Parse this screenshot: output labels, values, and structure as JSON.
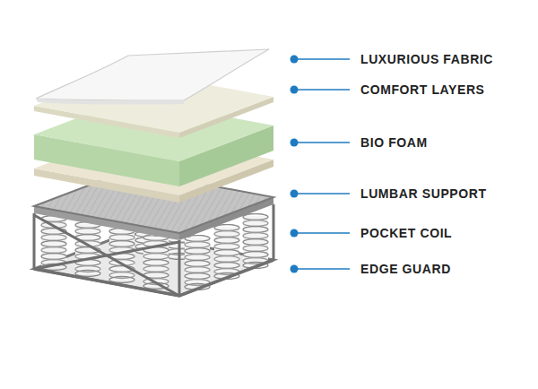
{
  "diagram": {
    "labels": [
      "LUXURIOUS FABRIC",
      "COMFORT LAYERS",
      "BIO FOAM",
      "LUMBAR SUPPORT",
      "POCKET COIL",
      "EDGE GUARD"
    ]
  }
}
